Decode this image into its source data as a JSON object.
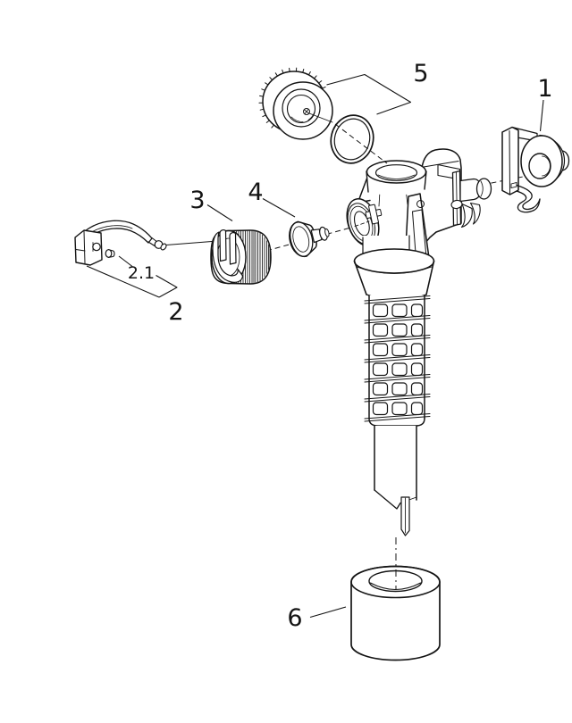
{
  "canvas": {
    "background": "#ffffff",
    "ink": "#141414"
  },
  "labels": {
    "part1": "1",
    "part2": "2",
    "part2_sub": "2.1",
    "part3": "3",
    "part4": "4",
    "part5": "5",
    "part6": "6"
  }
}
